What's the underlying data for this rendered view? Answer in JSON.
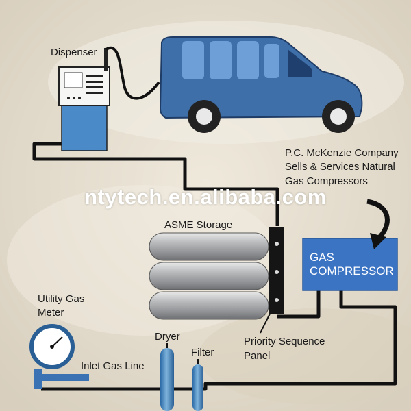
{
  "labels": {
    "dispenser": "Dispenser",
    "company_line1": "P.C. McKenzie Company",
    "company_line2": "Sells & Services Natural",
    "company_line3": "Gas Compressors",
    "asme_storage": "ASME Storage",
    "gas_compressor_line1": "GAS",
    "gas_compressor_line2": "COMPRESSOR",
    "utility_gas_line1": "Utility Gas",
    "utility_gas_line2": "Meter",
    "dryer": "Dryer",
    "filter": "Filter",
    "inlet_gas_line": "Inlet Gas Line",
    "priority_line1": "Priority Sequence",
    "priority_line2": "Panel"
  },
  "watermark": "ntytech.en.alibaba.com",
  "colors": {
    "van_blue": "#3f6fa9",
    "compressor_blue": "#3c74c4",
    "pipe": "#111111",
    "tank_gray": "#a7a9ab",
    "background": "#e9e3d6"
  }
}
